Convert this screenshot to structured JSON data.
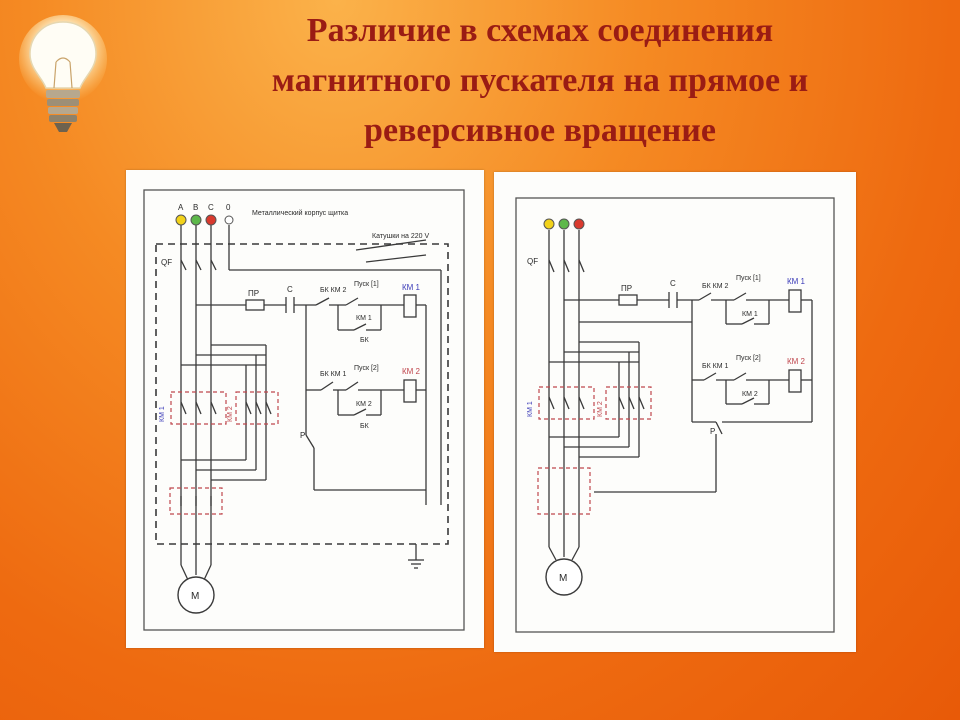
{
  "slide": {
    "title_lines": [
      "Различие в схемах соединения",
      "магнитного пускателя на прямое и",
      "реверсивное вращение"
    ]
  },
  "left_diagram": {
    "phases": [
      "A",
      "B",
      "C",
      "0"
    ],
    "qf": "QF",
    "housing_label": "Металлический корпус щитка",
    "coils_label": "Катушки на 220 V",
    "fuse": "ПР",
    "stop": "С",
    "bk1": "БК КМ 2",
    "start1": "Пуск [1]",
    "km1_coil": "КМ 1",
    "km1_aux": "КМ 1",
    "bk1_sub": "БК",
    "bk2": "БК КМ 1",
    "start2": "Пуск [2]",
    "km2_coil": "КМ 2",
    "km2_aux": "КМ 2",
    "bk2_sub": "БК",
    "relay": "Р",
    "km1_block": "КМ 1",
    "km2_block": "КМ 2",
    "motor": "М"
  },
  "right_diagram": {
    "qf": "QF",
    "fuse": "ПР",
    "stop": "С",
    "bk1": "БК КМ 2",
    "start1": "Пуск [1]",
    "km1_coil": "КМ 1",
    "km1_aux": "КМ 1",
    "bk2": "БК КМ 1",
    "start2": "Пуск [2]",
    "km2_coil": "КМ 2",
    "km2_aux": "КМ 2",
    "relay": "Р",
    "km1_block": "КМ 1",
    "km2_block": "КМ 2",
    "motor": "М"
  }
}
